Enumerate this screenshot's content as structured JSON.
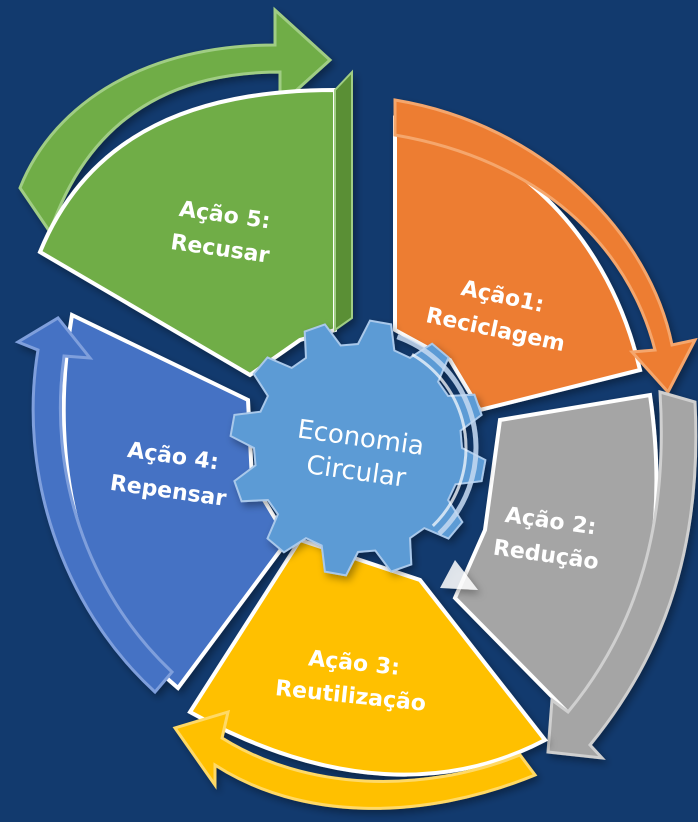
{
  "hub": {
    "line1": "Economia",
    "line2": "Circular",
    "color": "#5b9bd5"
  },
  "segments": [
    {
      "line1": "Ação1:",
      "line2": "Reciclagem",
      "color": "#ed7d31",
      "edge": "#f5a66c"
    },
    {
      "line1": "Ação 2:",
      "line2": "Redução",
      "color": "#a5a5a5",
      "edge": "#cfcfcf"
    },
    {
      "line1": "Ação 3:",
      "line2": "Reutilização",
      "color": "#ffc000",
      "edge": "#ffd966"
    },
    {
      "line1": "Ação 4:",
      "line2": "Repensar",
      "color": "#4472c4",
      "edge": "#7f9fdc"
    },
    {
      "line1": "Ação 5:",
      "line2": "Recusar",
      "color": "#70ad47",
      "edge": "#a0cd84"
    }
  ],
  "background": "#123a6e"
}
